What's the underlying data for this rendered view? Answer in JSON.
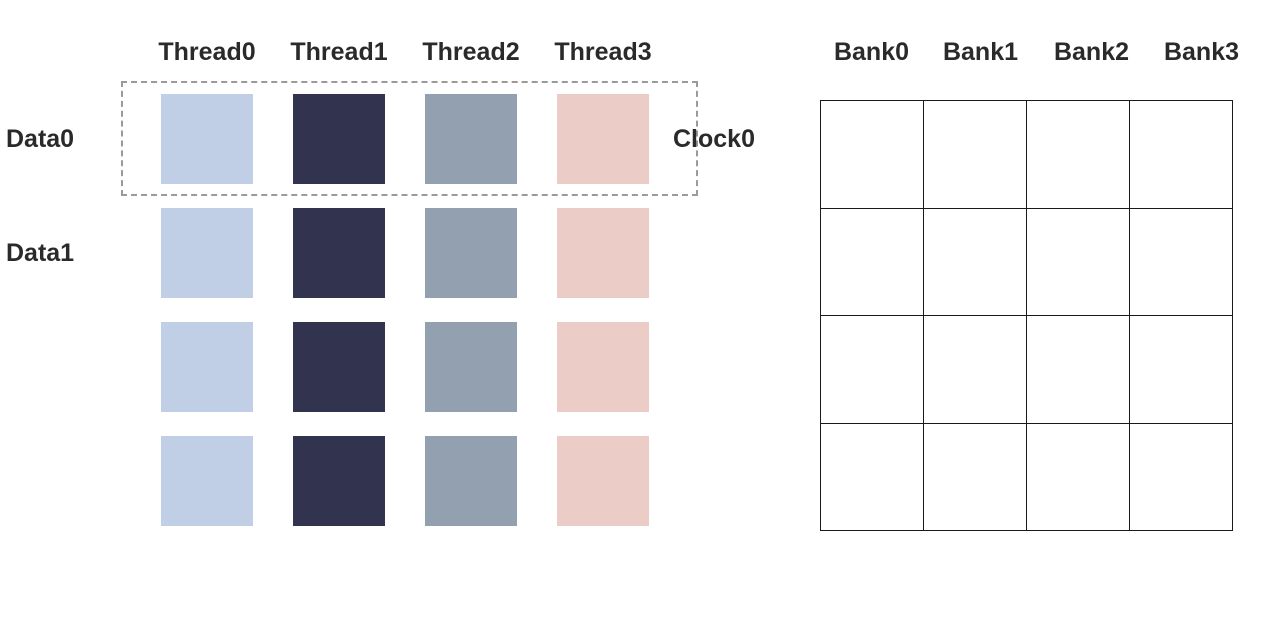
{
  "threads": {
    "headers": [
      "Thread0",
      "Thread1",
      "Thread2",
      "Thread3"
    ],
    "colors": [
      "#c0cfe5",
      "#32334e",
      "#93a0af",
      "#ecccc6"
    ]
  },
  "rows": {
    "labels": [
      "Data0",
      "Data1"
    ]
  },
  "clock": {
    "label": "Clock0",
    "border_color": "#9a9a9a"
  },
  "banks": {
    "headers": [
      "Bank0",
      "Bank1",
      "Bank2",
      "Bank3"
    ],
    "rows": 4,
    "line_color": "#1a1a1a"
  }
}
